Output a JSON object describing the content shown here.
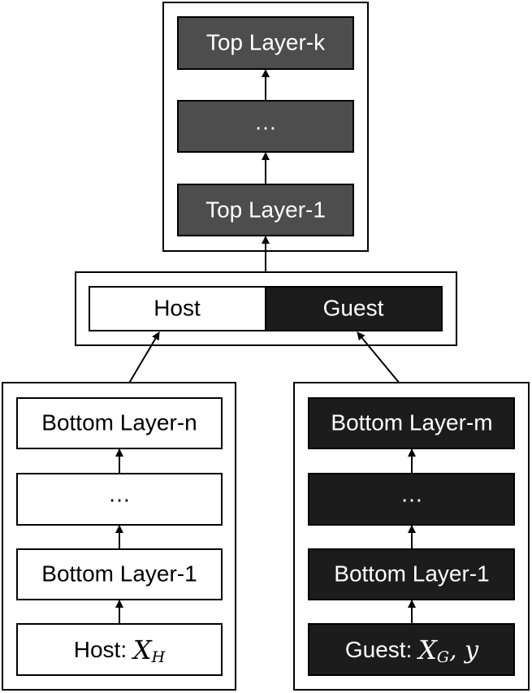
{
  "top_stack": {
    "layers": [
      "Top Layer-k",
      "…",
      "Top Layer-1"
    ]
  },
  "merge": {
    "host_label": "Host",
    "guest_label": "Guest"
  },
  "host_stack": {
    "layers": [
      "Bottom Layer-n",
      "…",
      "Bottom Layer-1"
    ],
    "input_prefix": "Host: ",
    "input_var": "X",
    "input_sub": "H"
  },
  "guest_stack": {
    "layers": [
      "Bottom Layer-m",
      "…",
      "Bottom Layer-1"
    ],
    "input_prefix": "Guest: ",
    "input_var": "X",
    "input_sub": "G",
    "input_extra": ", y"
  },
  "colors": {
    "top_fill": "#4d4d4d",
    "guest_fill": "#1c1c1c",
    "host_fill": "#ffffff",
    "stroke": "#000000"
  }
}
